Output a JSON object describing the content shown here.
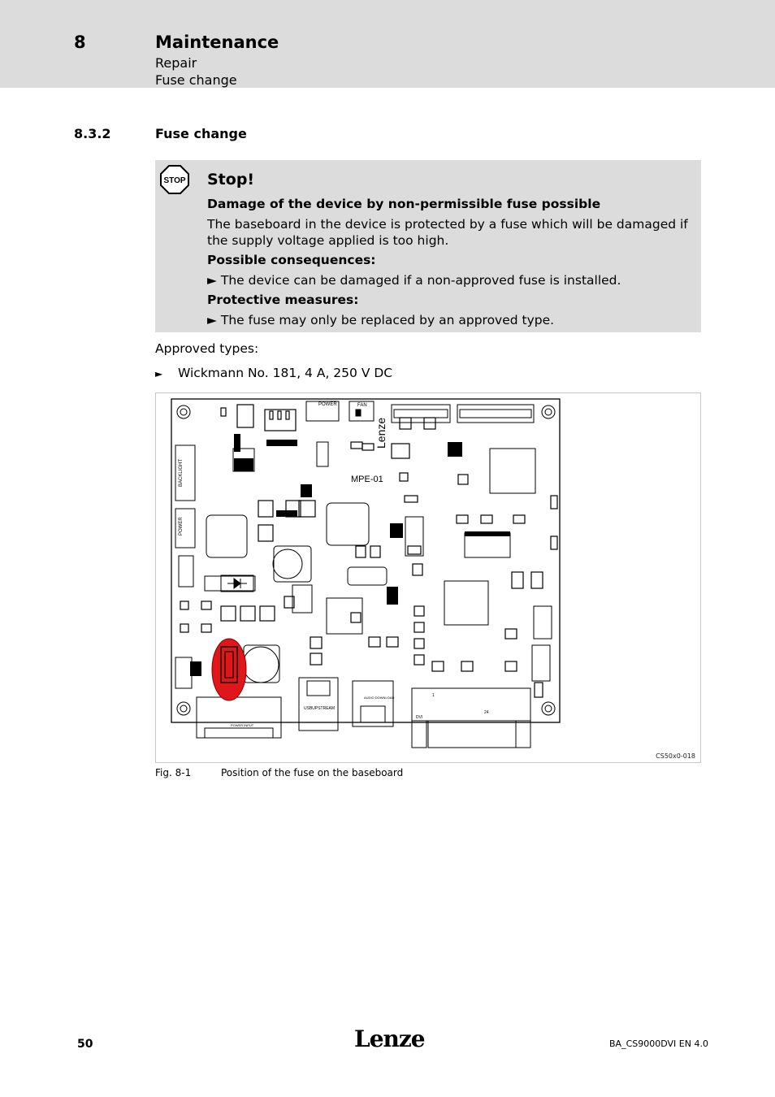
{
  "header": {
    "chapter_number": "8",
    "chapter_title": "Maintenance",
    "sub1": "Repair",
    "sub2": "Fuse change"
  },
  "section": {
    "number": "8.3.2",
    "title": "Fuse change"
  },
  "stop": {
    "icon_text": "STOP",
    "title": "Stop!",
    "heading": "Damage of the device by non-permissible fuse possible",
    "text_line1": "The baseboard in the device is protected by a fuse which will be damaged if",
    "text_line2": "the supply voltage applied is too high.",
    "consequences_label": "Possible consequences:",
    "consequence_marker": "►",
    "consequence": "The device can be damaged if a non-approved fuse is installed.",
    "measures_label": "Protective measures:",
    "measure_marker": "►",
    "measure": "The fuse may only be replaced by an approved type."
  },
  "approved": {
    "label": "Approved types:",
    "marker": "►",
    "item": "Wickmann No. 181, 4 A, 250 V DC"
  },
  "figure": {
    "code": "CS50x0-018",
    "labels": {
      "power": "POWER",
      "fan": "FAN",
      "backlight": "BACKLIGHT",
      "power_left": "POWER",
      "board": "MPE-01",
      "usb": "USBUPSTREAM",
      "audio": "AUDIO DOWNLOAD",
      "power_input": "POWER INPUT",
      "dvi": "DVI",
      "pin1": "1",
      "pin24": "24",
      "logo": "Lenze"
    },
    "caption_number": "Fig. 8-1",
    "caption_text": "Position of the fuse on the baseboard"
  },
  "footer": {
    "page_number": "50",
    "logo": "Lenze",
    "doc_id": "BA_CS9000DVI  EN  4.0"
  },
  "colors": {
    "header_bg": "#dcdcdc",
    "stop_bg": "#dcdcdc",
    "fuse_highlight": "#e0161b"
  }
}
